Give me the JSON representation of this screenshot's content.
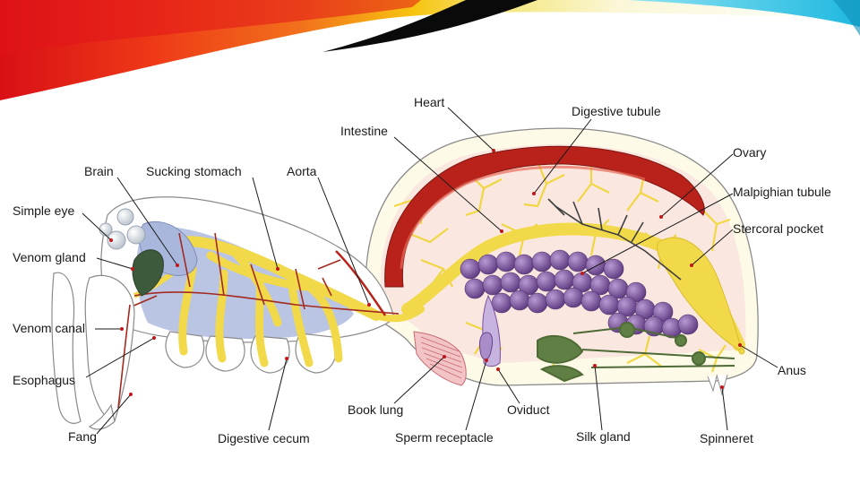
{
  "slide": {
    "banner_colors": [
      "#d90f16",
      "#f2711c",
      "#f7c40f",
      "#f3e67a",
      "#0a0a0a",
      "#2ec4e6",
      "#8fe3f2"
    ]
  },
  "diagram": {
    "labels": {
      "heart": "Heart",
      "intestine": "Intestine",
      "digestive_tubule": "Digestive tubule",
      "brain": "Brain",
      "sucking_stomach": "Sucking stomach",
      "aorta": "Aorta",
      "ovary": "Ovary",
      "malpighian_tubule": "Malpighian tubule",
      "simple_eye": "Simple eye",
      "stercoral_pocket": "Stercoral pocket",
      "venom_gland": "Venom gland",
      "venom_canal": "Venom canal",
      "esophagus": "Esophagus",
      "anus": "Anus",
      "book_lung": "Book lung",
      "oviduct": "Oviduct",
      "silk_gland": "Silk gland",
      "fang": "Fang",
      "digestive_cecum": "Digestive cecum",
      "sperm_receptacle": "Sperm receptacle",
      "spinneret": "Spinneret"
    },
    "colors": {
      "outline": "#8a8a8a",
      "heart": "#b8221b",
      "digestive": "#f1d94a",
      "digestive_tubule": "#f6ea8e",
      "cecum": "#a9b7dc",
      "ovary": "#7b4f9c",
      "silk_gland": "#4f6b35",
      "venom_gland": "#3e5a3c",
      "book_lung": "#f2c4c6",
      "vessel": "#a32a1f"
    }
  }
}
